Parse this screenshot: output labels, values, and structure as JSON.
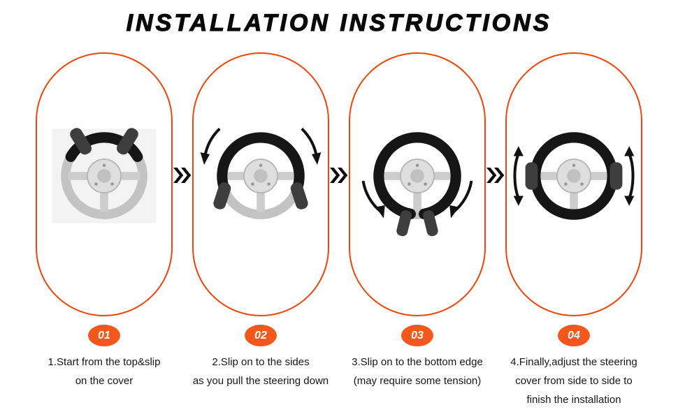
{
  "title": "INSTALLATION INSTRUCTIONS",
  "colors": {
    "outline": "#f2430a",
    "badge": "#f4581c",
    "chevron": "#0d0d0d"
  },
  "icons": {
    "separator": "double-chevron-right",
    "step_illustration": "steering-wheel-with-cover-and-hands"
  },
  "steps": [
    {
      "number": "01",
      "caption_lines": [
        "1.Start from the top&slip",
        "on the cover"
      ]
    },
    {
      "number": "02",
      "caption_lines": [
        "2.Slip on to the sides",
        "as you pull the steering down"
      ]
    },
    {
      "number": "03",
      "caption_lines": [
        "3.Slip on to the bottom edge",
        "(may require some tension)"
      ]
    },
    {
      "number": "04",
      "caption_lines": [
        "4.Finally,adjust the steering",
        "cover from side to side to",
        "finish the installation"
      ]
    }
  ]
}
